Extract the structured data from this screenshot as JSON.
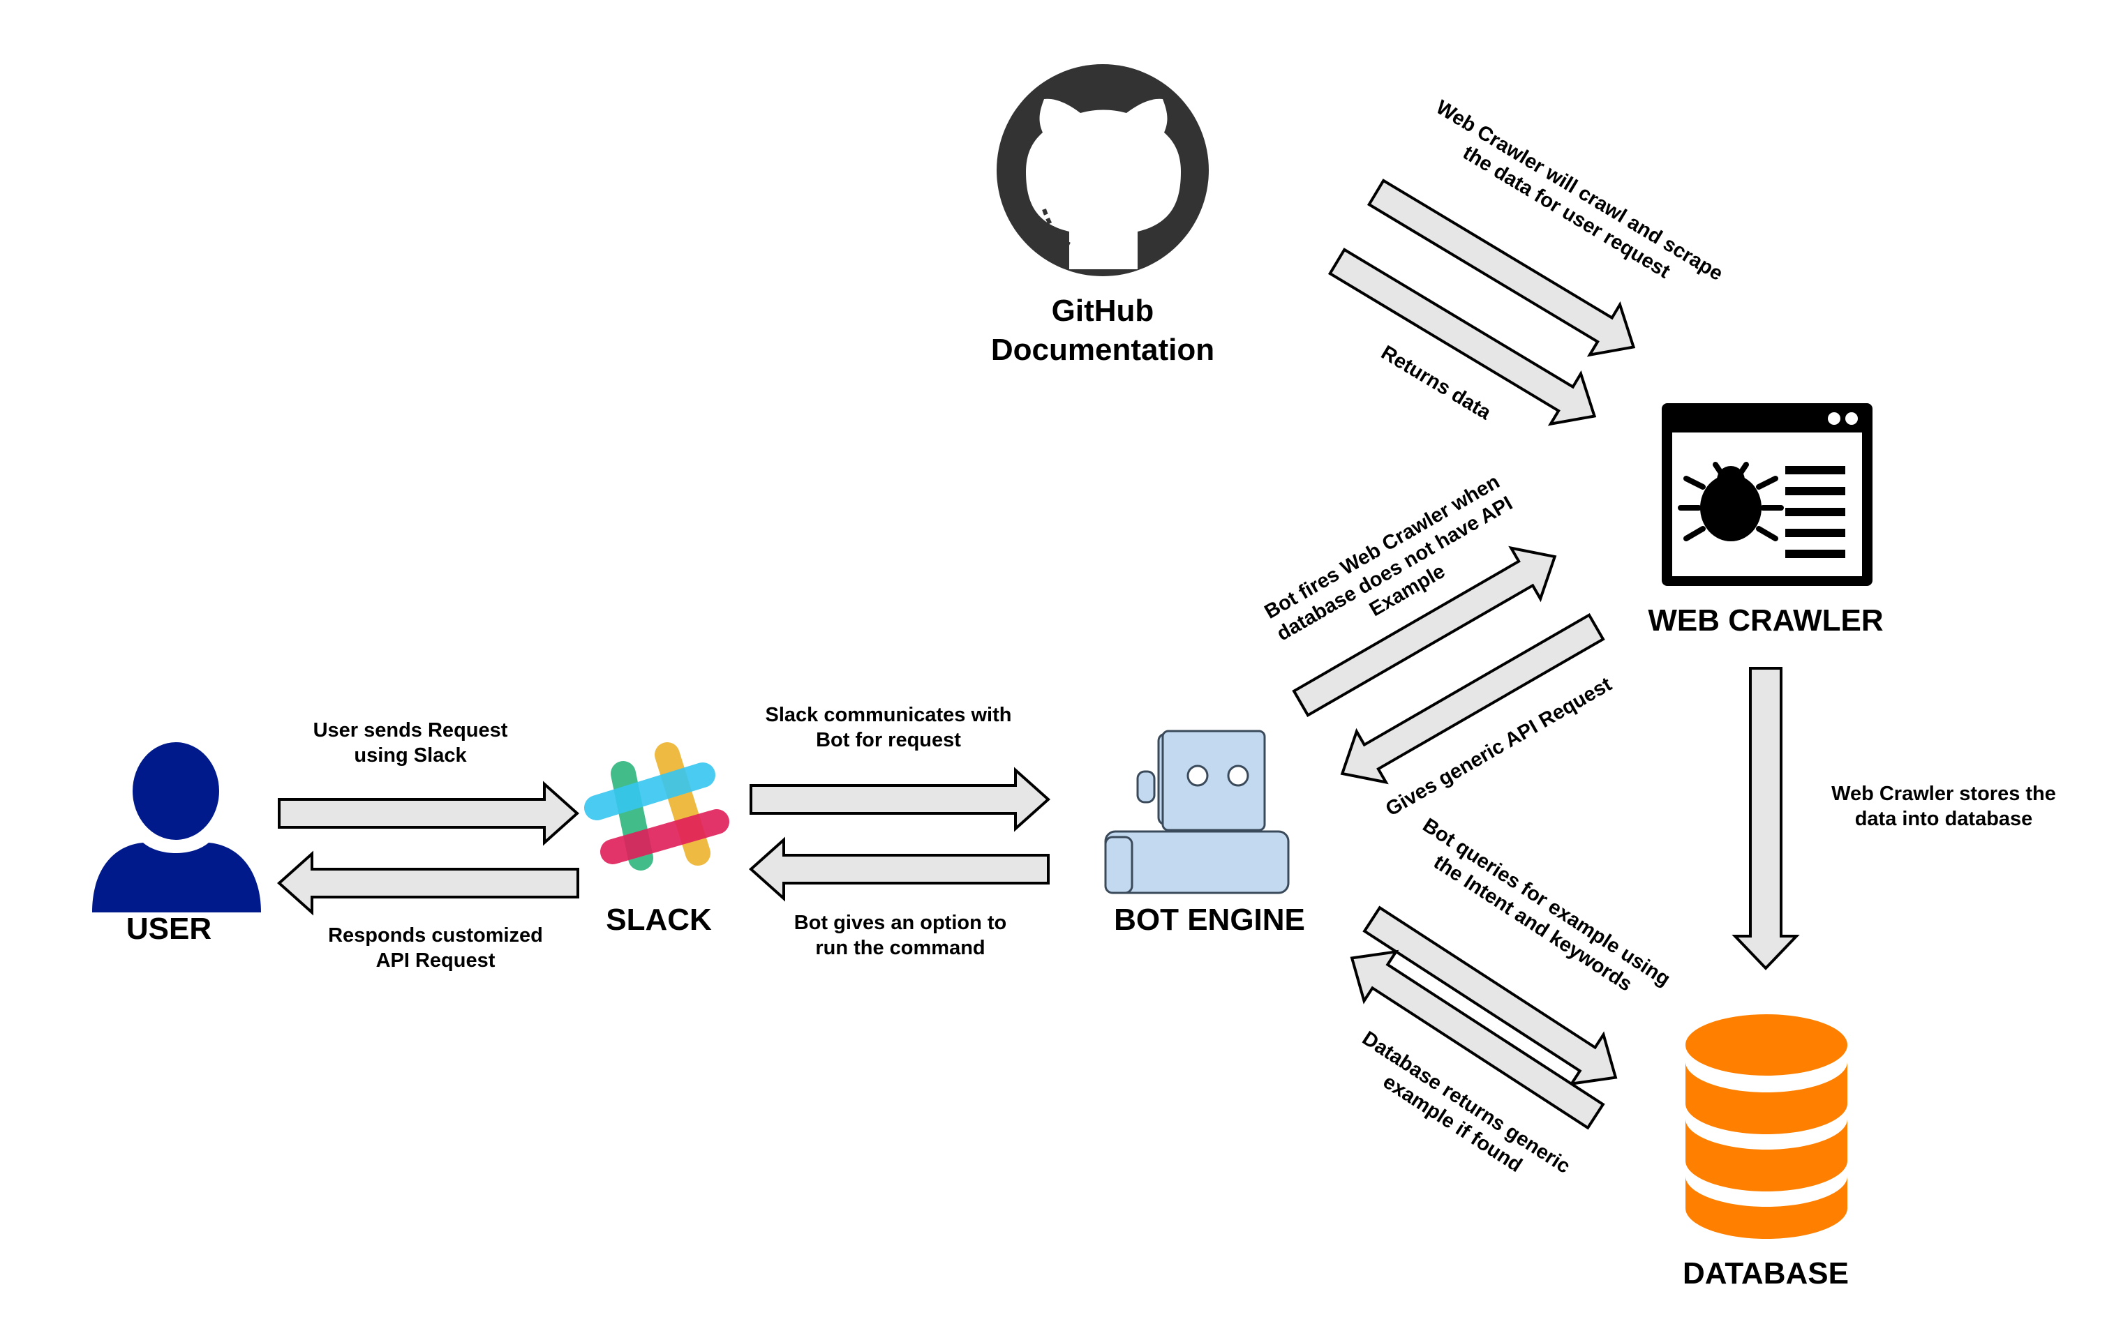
{
  "nodes": {
    "user": {
      "label": "USER",
      "color": "#001a8c"
    },
    "slack": {
      "label": "SLACK",
      "colors": [
        "#36c5f0",
        "#2eb67d",
        "#ecb22e",
        "#e01e5a"
      ]
    },
    "bot": {
      "label": "BOT ENGINE",
      "color": "#c2d9f0"
    },
    "github": {
      "label_line1": "GitHub",
      "label_line2": "Documentation",
      "color": "#333333"
    },
    "crawler": {
      "label": "WEB CRAWLER",
      "color": "#000000"
    },
    "database": {
      "label": "DATABASE",
      "color": "#ff8000"
    }
  },
  "edges": {
    "user_to_slack": {
      "line1": "User sends Request",
      "line2": "using Slack"
    },
    "slack_to_user": {
      "line1": "Responds customized",
      "line2": "API Request"
    },
    "slack_to_bot": {
      "line1": "Slack communicates with",
      "line2": "Bot for request"
    },
    "bot_to_slack": {
      "line1": "Bot gives an option to",
      "line2": "run the command"
    },
    "crawler_to_github": {
      "line1": "Web Crawler will crawl and scrape",
      "line2": "the data for user request"
    },
    "github_to_crawler": {
      "line1": "Returns data"
    },
    "bot_to_crawler": {
      "line1": "Bot fires Web Crawler when",
      "line2": "database does not have API",
      "line3": "Example"
    },
    "crawler_to_bot": {
      "line1": "Gives generic API Request"
    },
    "crawler_to_database": {
      "line1": "Web Crawler stores the",
      "line2": "data into database"
    },
    "bot_to_database": {
      "line1": "Bot queries for example using",
      "line2": "the Intent and keywords"
    },
    "database_to_bot": {
      "line1": "Database returns generic",
      "line2": "example if found"
    }
  }
}
